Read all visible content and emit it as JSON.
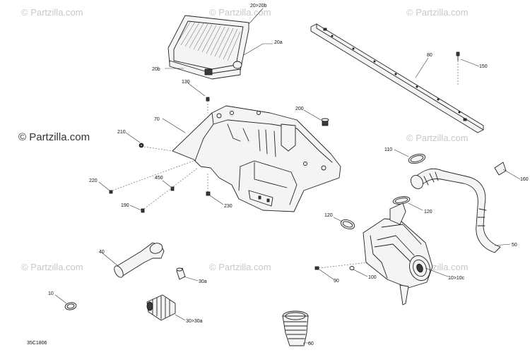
{
  "watermark": "© Partzilla.com",
  "diagram_code": "35C1806",
  "callouts": {
    "c20_20b": "20>20b",
    "c20a": "20a",
    "c20b": "20b",
    "c130": "130",
    "c70": "70",
    "c200": "200",
    "c80": "80",
    "c150": "150",
    "c210": "210",
    "c220": "220",
    "c450": "450",
    "c190": "190",
    "c230": "230",
    "c110": "110",
    "c160": "160",
    "c120a": "120",
    "c120b": "120",
    "c50": "50",
    "c40": "40",
    "c90": "90",
    "c100": "100",
    "c10_10c": "10>10c",
    "c10": "10",
    "c30a": "30a",
    "c30_30a": "30>30a",
    "c60": "60"
  }
}
